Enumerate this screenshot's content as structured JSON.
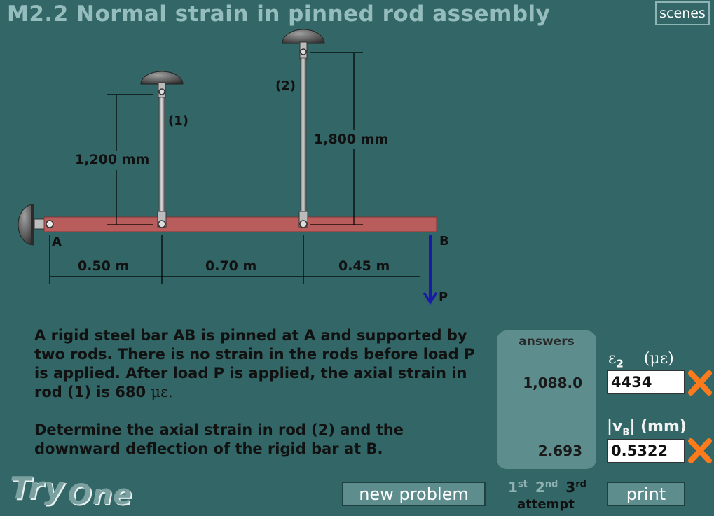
{
  "title": "M2.2 Normal strain in pinned rod assembly",
  "scenes_label": "scenes",
  "diagram": {
    "rod1_label": "(1)",
    "rod2_label": "(2)",
    "rod1_length": "1,200 mm",
    "rod2_length": "1,800 mm",
    "point_a": "A",
    "point_b": "B",
    "load": "P",
    "span1": "0.50 m",
    "span2": "0.70 m",
    "span3": "0.45 m"
  },
  "problem": {
    "para1": "A rigid steel bar AB is pinned at A and supported by two rods.  There is no strain in the rods before load P is applied.  After load P is applied, the axial strain in rod (1) is",
    "strain_value": "680",
    "strain_unit": "με.",
    "para2": "Determine the axial strain in rod (2) and the downward deflection of the rigid bar at B."
  },
  "answers": {
    "title": "answers",
    "answer1": "1,088.0",
    "answer2": "2.693"
  },
  "fields": {
    "eps_symbol": "ε",
    "eps_sub": "2",
    "eps_unit": "(με)",
    "eps_value": "4434",
    "vb_label_pre": "|v",
    "vb_sub": "B",
    "vb_label_post": "| (mm)",
    "vb_value": "0.5322"
  },
  "buttons": {
    "new_problem": "new problem",
    "print": "print"
  },
  "attempt": {
    "n1": "1",
    "s1": "st",
    "n2": "2",
    "s2": "nd",
    "n3": "3",
    "s3": "rd",
    "label": "attempt"
  },
  "logo": {
    "try": "Try",
    "one": "One"
  },
  "colors": {
    "background": "#336666",
    "bar": "#b85c5c",
    "load_arrow": "#1a1aa8",
    "wrong_mark": "#ff7a1a"
  },
  "icons": {
    "wrong": "x-mark-icon"
  }
}
